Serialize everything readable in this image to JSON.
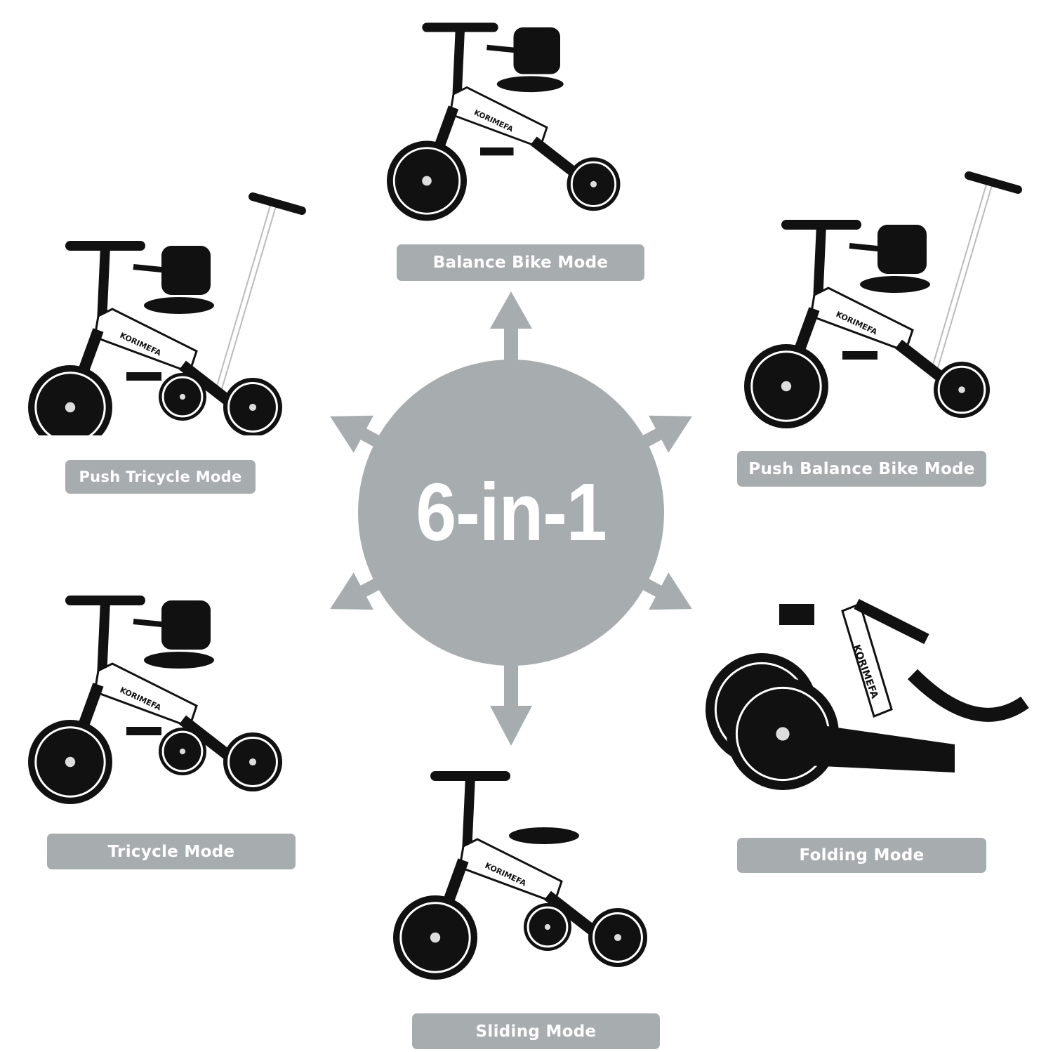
{
  "center": {
    "title": "6-in-1"
  },
  "brand": "KORIMEFA",
  "colors": {
    "accent_gray": "#a7adaf",
    "frame": "#111111",
    "frame_white": "#ffffff"
  },
  "modes": [
    {
      "id": "balance-bike",
      "label": "Balance Bike Mode"
    },
    {
      "id": "push-tricycle",
      "label": "Push Tricycle Mode"
    },
    {
      "id": "push-balance-bike",
      "label": "Push Balance Bike Mode"
    },
    {
      "id": "tricycle",
      "label": "Tricycle Mode"
    },
    {
      "id": "folding",
      "label": "Folding Mode"
    },
    {
      "id": "sliding",
      "label": "Sliding Mode"
    }
  ]
}
